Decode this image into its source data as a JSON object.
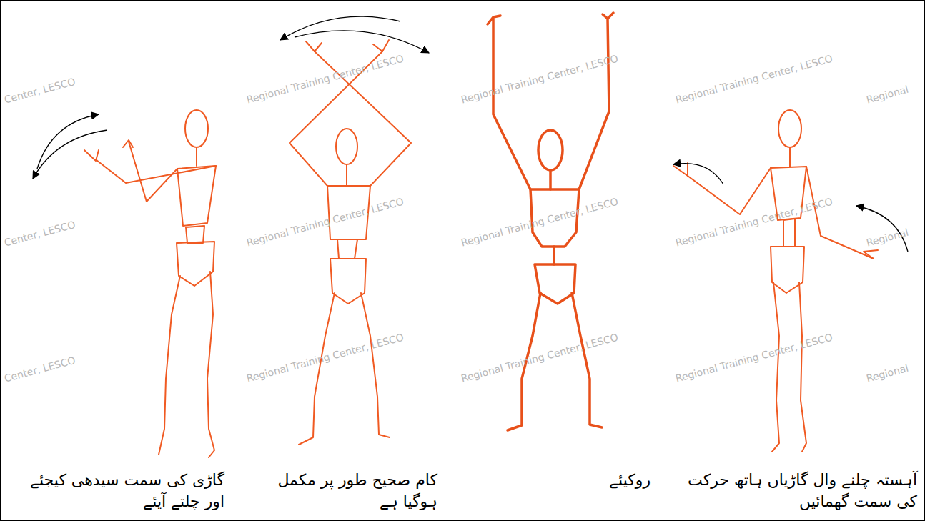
{
  "diagram": {
    "labels": [
      "آہستہ چلنے وال گاڑیاں ہاتھ حرکت کی سمت گھمائیں",
      "روکیئے",
      "کام صحیح طور پر مکمل ہوگیا ہے",
      "گاڑی کی سمت سیدھی کیجئے اور چلتے آیئے",
      "Center, LESCO",
      "Regional Training Center, LESCO",
      "Regional Training Center, LESCO",
      "Regional Training Center, LESCO",
      "Regional",
      "Center, LESCO",
      "Regional Training Center, LESCO",
      "Regional Training Center, LESCO",
      "Regional Training Center, LESCO",
      "Regional",
      "Center, LESCO",
      "Regional Training Center, LESCO",
      "Regional Training Center, LESCO",
      "Regional Training Center, LESCO",
      "Regional"
    ]
  }
}
